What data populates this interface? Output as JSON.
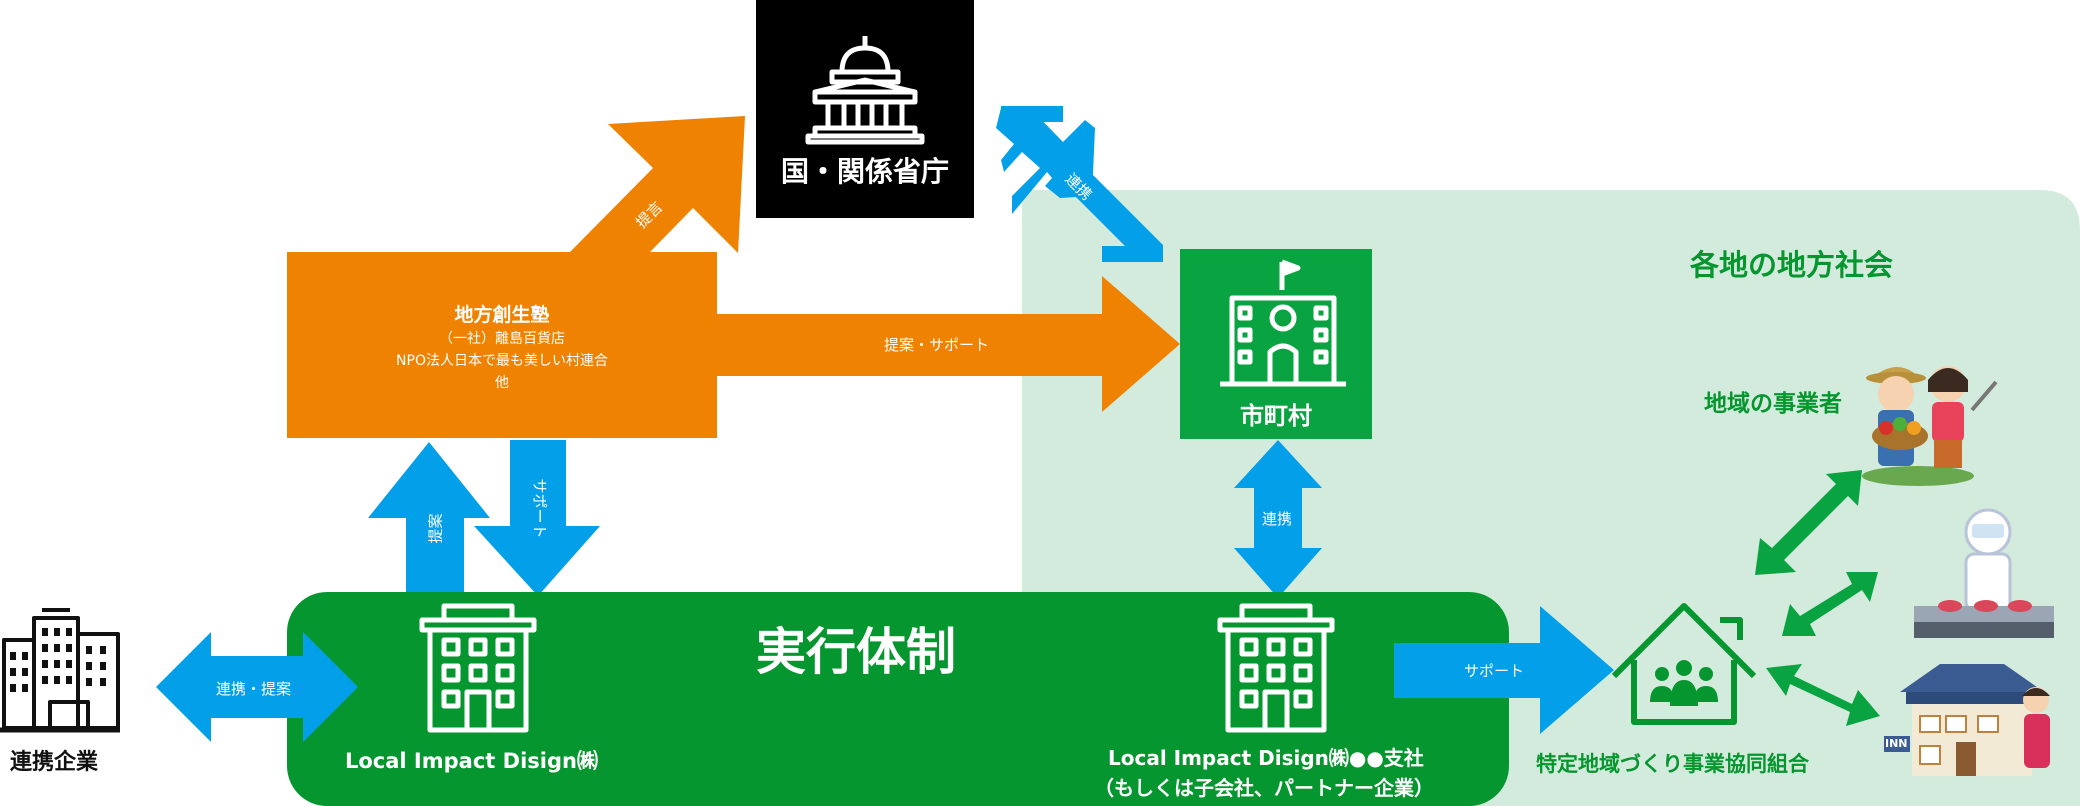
{
  "colors": {
    "orange": "#ef8200",
    "blue": "#03a0e9",
    "green": "#06962f",
    "bright_green": "#0aa341",
    "light_green": "#d3ebdc",
    "black": "#000000",
    "ink": "#111111"
  },
  "government": {
    "label": "国・関係省庁",
    "icon": "capitol-building-icon"
  },
  "local_society": {
    "title": "各地の地方社会"
  },
  "academy": {
    "title": "地方創生塾",
    "line1": "（一社）離島百貨店",
    "line2": "NPO法人日本で最も美しい村連合",
    "line3": "他"
  },
  "municipality": {
    "label": "市町村",
    "icon": "town-hall-icon"
  },
  "execution": {
    "title": "実行体制",
    "hq_label": "Local Impact Disign㈱",
    "branch_label1": "Local Impact Disign㈱●●支社",
    "branch_label2": "（もしくは子会社、パートナー企業）"
  },
  "partner": {
    "label": "連携企業",
    "icon": "office-buildings-icon"
  },
  "cooperative": {
    "label": "特定地域づくり事業協同組合",
    "icon": "house-group-icon"
  },
  "local_businesses": {
    "label": "地域の事業者",
    "inn_sign": "INN"
  },
  "arrows": {
    "teigen": "提言",
    "renkei": "連携",
    "teian_support": "提案・サポート",
    "teian": "提案",
    "support_vertical": "サポート",
    "renkei_municipal": "連携",
    "renkei_teian": "連携・提案",
    "support": "サポート"
  }
}
